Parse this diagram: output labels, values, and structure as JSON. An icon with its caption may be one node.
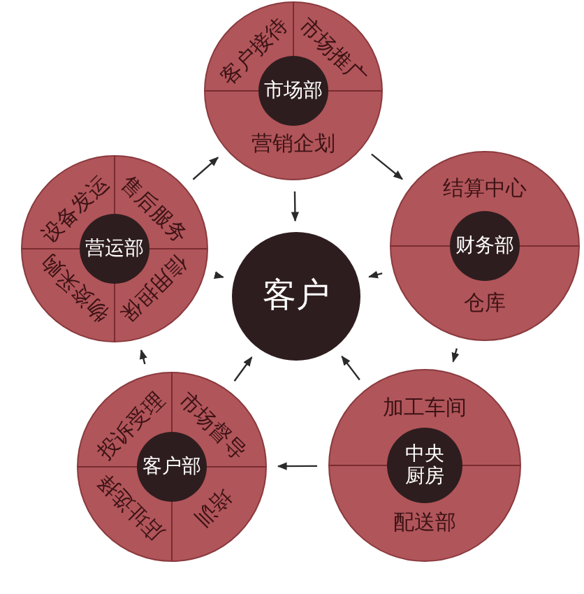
{
  "diagram": {
    "nodes": [
      {
        "text": [
          "客户接待",
          "市场推广",
          "营销企划"
        ]
      },
      {
        "text": [
          "市场部"
        ],
        "in": 0
      },
      {
        "text": [
          "设备发运",
          "售后服务",
          "物资采购",
          "信用担保"
        ]
      },
      {
        "text": [
          "营运部"
        ],
        "in": 2
      },
      {
        "text": [
          "客户"
        ]
      },
      {
        "text": [
          "结算中心",
          "仓库"
        ]
      },
      {
        "text": [
          "财务部"
        ],
        "in": 5
      },
      {
        "text": [
          "投诉受理",
          "市场督导",
          "店址选择",
          "培训"
        ]
      },
      {
        "text": [
          "客户部"
        ],
        "in": 7
      },
      {
        "text": [
          "加工车间",
          "配送部"
        ]
      },
      {
        "text": [
          "中央厨房"
        ],
        "in": 9
      }
    ],
    "edges": [
      {
        "from": 0,
        "to": 5,
        "arrow": "to"
      },
      {
        "from": 5,
        "to": 9,
        "arrow": "to"
      },
      {
        "from": 9,
        "to": 7,
        "arrow": "to"
      },
      {
        "from": 7,
        "to": 2,
        "arrow": "to"
      },
      {
        "from": 2,
        "to": 0,
        "arrow": "to"
      },
      {
        "from": 0,
        "to": 4,
        "arrow": "to"
      },
      {
        "from": 5,
        "to": 4,
        "arrow": "to"
      },
      {
        "from": 9,
        "to": 4,
        "arrow": "to"
      },
      {
        "from": 7,
        "to": 4,
        "arrow": "to"
      },
      {
        "from": 2,
        "to": 4,
        "arrow": "to"
      }
    ]
  }
}
